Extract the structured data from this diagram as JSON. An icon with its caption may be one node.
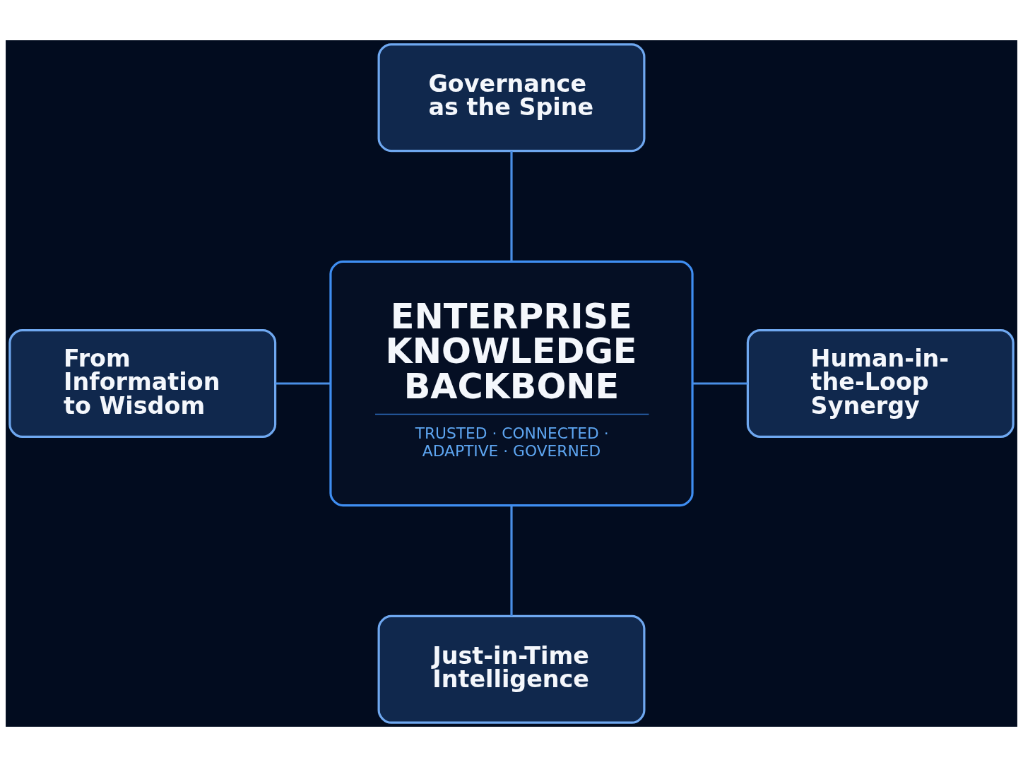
{
  "diagram": {
    "nodes": [
      {
        "text": [
          "Governance as the Spine"
        ]
      },
      {
        "text": [
          "From Information to Wisdom"
        ]
      },
      {
        "text": [
          "ENTERPRISE KNOWLEDGE BACKBONE",
          "TRUSTED · CONNECTED · ADAPTIVE · GOVERNED"
        ]
      },
      {
        "text": [
          "Human-in-the-Loop Synergy"
        ]
      },
      {
        "text": [
          "Just-in-Time Intelligence"
        ]
      }
    ],
    "edges": [
      {
        "from": 0,
        "to": 2,
        "arrow": "none"
      },
      {
        "from": 1,
        "to": 2,
        "arrow": "none"
      },
      {
        "from": 2,
        "to": 3,
        "arrow": "none"
      },
      {
        "from": 2,
        "to": 4,
        "arrow": "none"
      }
    ]
  }
}
